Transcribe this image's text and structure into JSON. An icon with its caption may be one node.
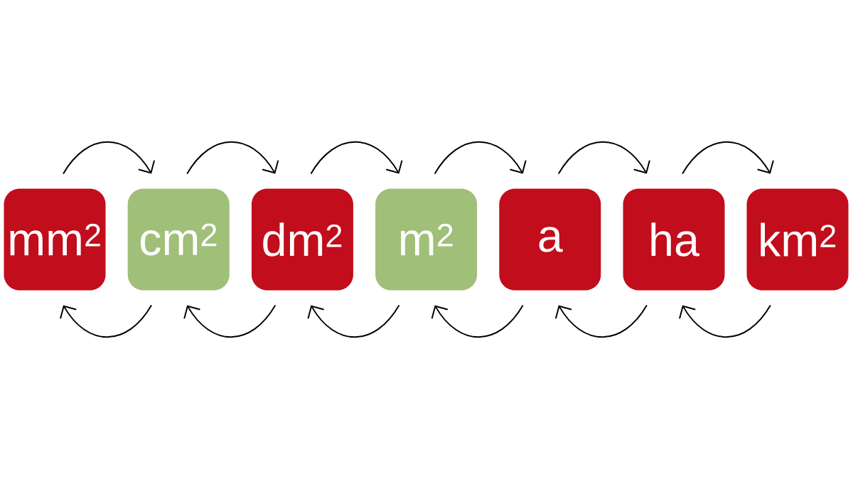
{
  "diagram": {
    "nodes": [
      {
        "text": [
          "mm$^{2}$"
        ]
      },
      {
        "text": [
          "cm$^{2}$"
        ]
      },
      {
        "text": [
          "dm$^{2}$"
        ]
      },
      {
        "text": [
          "m$^{2}$"
        ]
      },
      {
        "text": [
          "a"
        ]
      },
      {
        "text": [
          "ha"
        ]
      },
      {
        "text": [
          "km$^{2}$"
        ]
      }
    ],
    "edges": [
      {
        "from": 0,
        "to": 1,
        "arrow": "to"
      },
      {
        "from": 1,
        "to": 2,
        "arrow": "to"
      },
      {
        "from": 2,
        "to": 3,
        "arrow": "to"
      },
      {
        "from": 3,
        "to": 4,
        "arrow": "to"
      },
      {
        "from": 4,
        "to": 5,
        "arrow": "to"
      },
      {
        "from": 5,
        "to": 6,
        "arrow": "to"
      },
      {
        "from": 1,
        "to": 0,
        "arrow": "to"
      },
      {
        "from": 2,
        "to": 1,
        "arrow": "to"
      },
      {
        "from": 3,
        "to": 2,
        "arrow": "to"
      },
      {
        "from": 4,
        "to": 3,
        "arrow": "to"
      },
      {
        "from": 5,
        "to": 4,
        "arrow": "to"
      },
      {
        "from": 6,
        "to": 5,
        "arrow": "to"
      }
    ]
  }
}
